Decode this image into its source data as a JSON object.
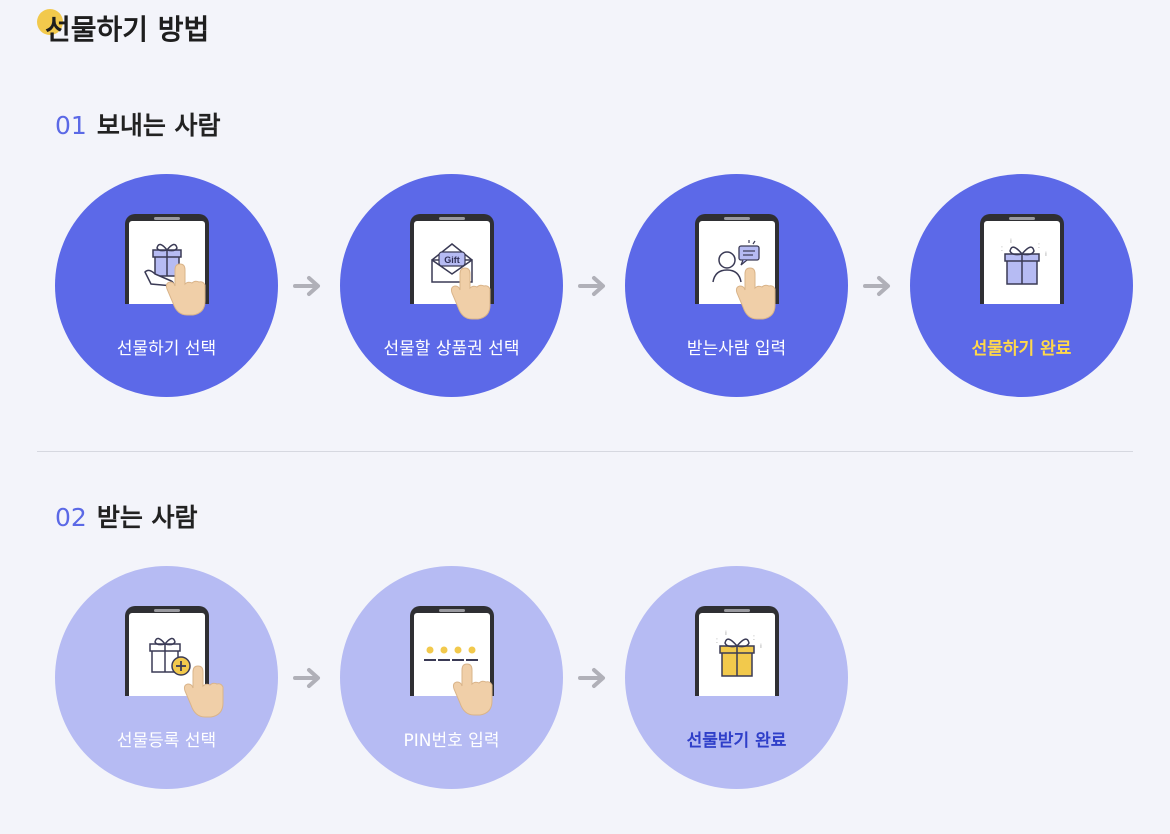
{
  "page_title": "선물하기 방법",
  "sections": [
    {
      "number": "01",
      "title": "보내는 사람",
      "steps": [
        {
          "label": "선물하기 선택",
          "icon": "gift-hand-icon"
        },
        {
          "label": "선물할 상품권 선택",
          "icon": "gift-envelope-icon",
          "icon_text": "Gift"
        },
        {
          "label": "받는사람 입력",
          "icon": "person-message-icon"
        },
        {
          "label": "선물하기 완료",
          "icon": "gift-box-icon"
        }
      ]
    },
    {
      "number": "02",
      "title": "받는 사람",
      "steps": [
        {
          "label": "선물등록 선택",
          "icon": "gift-add-icon"
        },
        {
          "label": "PIN번호 입력",
          "icon": "pin-dots-icon"
        },
        {
          "label": "선물받기 완료",
          "icon": "gift-box-yellow-icon"
        }
      ]
    }
  ],
  "colors": {
    "accent": "#5c69e8",
    "accent_light": "#b6bbf3",
    "done_yellow": "#ffd84a",
    "done_blue": "#2f3fc9",
    "title_dot": "#f2c94c"
  }
}
